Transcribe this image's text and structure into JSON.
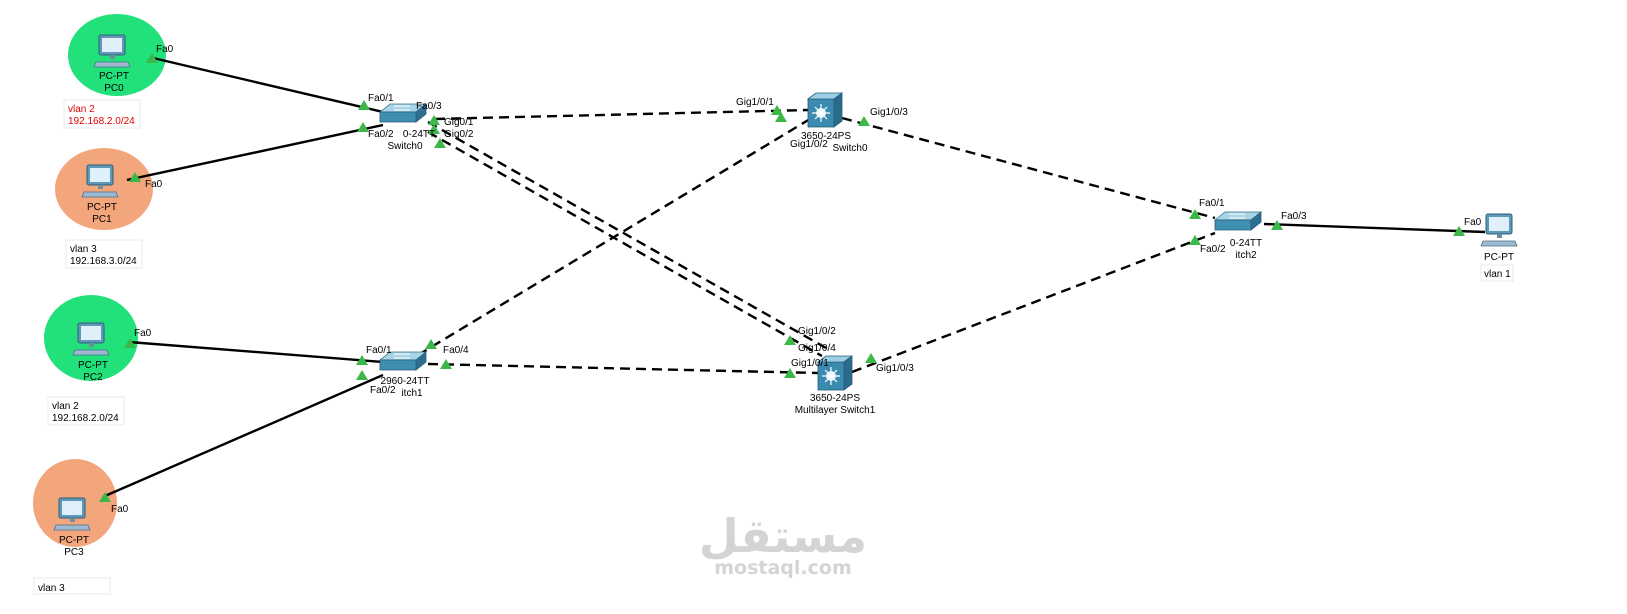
{
  "colors": {
    "vlan2": "#22e07a",
    "vlan3": "#f3a57c",
    "link": "#000000",
    "port_up": "#3cb84a",
    "red_note": "#e00000"
  },
  "devices": {
    "pc0": {
      "model": "PC-PT",
      "name": "PC0",
      "port": "Fa0",
      "icon": "pc-icon"
    },
    "pc1": {
      "model": "PC-PT",
      "name": "PC1",
      "port": "Fa0",
      "icon": "pc-icon"
    },
    "pc2": {
      "model": "PC-PT",
      "name": "PC2",
      "port": "Fa0",
      "icon": "pc-icon"
    },
    "pc3": {
      "model": "PC-PT",
      "name": "PC3",
      "port": "Fa0",
      "icon": "pc-icon"
    },
    "pc4": {
      "model": "PC-PT",
      "port": "Fa0",
      "icon": "pc-icon"
    },
    "switch0": {
      "model": "0-24TT",
      "name": "Switch0",
      "icon": "switch-icon"
    },
    "switch1": {
      "model": "2960-24TT",
      "name": "itch1",
      "icon": "switch-icon"
    },
    "switch2": {
      "model": "0-24TT",
      "name": "itch2",
      "icon": "switch-icon"
    },
    "mls0": {
      "model": "3650-24PS",
      "name": "Switch0",
      "icon": "multilayer-switch-icon"
    },
    "mls1": {
      "model": "3650-24PS",
      "name": "Multilayer Switch1",
      "icon": "multilayer-switch-icon"
    }
  },
  "ports": {
    "sw0_fa01": "Fa0/1",
    "sw0_fa02": "Fa0/2",
    "sw0_fa03": "Fa0/3",
    "sw0_gig01": "Gig0/1",
    "sw0_gig02": "Gig0/2",
    "mls0_g101": "Gig1/0/1",
    "mls0_g102": "Gig1/0/2",
    "mls0_g103": "Gig1/0/3",
    "sw1_fa01": "Fa0/1",
    "sw1_fa02": "Fa0/2",
    "sw1_fa04": "Fa0/4",
    "mls1_g102": "Gig1/0/2",
    "mls1_g104": "Gig1/0/4",
    "mls1_g101": "Gig1/0/1",
    "mls1_g103": "Gig1/0/3",
    "sw2_fa01": "Fa0/1",
    "sw2_fa02": "Fa0/2",
    "sw2_fa03": "Fa0/3"
  },
  "notes": {
    "pc0_vlan": "vlan 2",
    "pc0_net": "192.168.2.0/24",
    "pc1_vlan": "vlan 3",
    "pc1_net": "192.168.3.0/24",
    "pc2_vlan": "vlan 2",
    "pc2_net": "192.168.2.0/24",
    "pc3_vlan": "vlan 3",
    "pc4_vlan": "vlan 1"
  },
  "watermark": {
    "arabic": "مستقل",
    "latin": "mostaql.com"
  }
}
